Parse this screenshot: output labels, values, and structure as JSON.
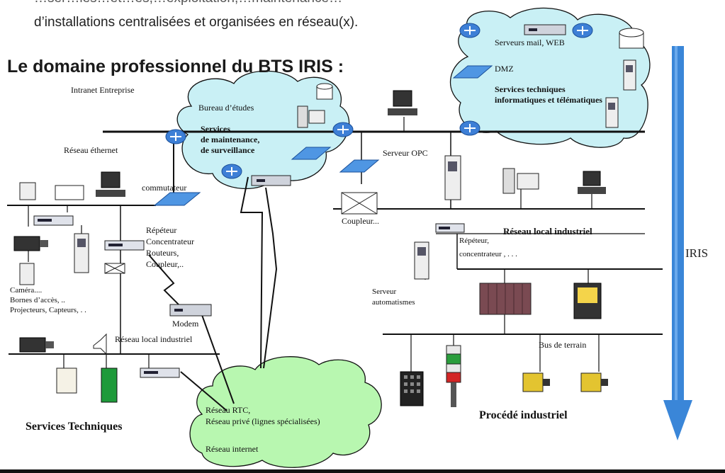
{
  "top_text": {
    "line1": "…ser…les…ét…es,…exploitation,…maintenance…",
    "line2": "d’installations centralisées et organisées en réseau(x)."
  },
  "heading": "Le domaine professionnel du BTS IRIS :",
  "labels": {
    "intranet": "Intranet Entreprise",
    "bureau": "Bureau d’études",
    "services_maint_1": "Services",
    "services_maint_2": "de maintenance,",
    "services_maint_3": "de surveillance",
    "reseau_ethernet": "Réseau éthernet",
    "commutateur": "commutateur",
    "repeteur_1": "Répéteur",
    "repeteur_2": "Concentrateur",
    "repeteur_3": "Routeurs,",
    "repeteur_4": "Coupleur,..",
    "camera_1": "Caméra....",
    "camera_2": "Bornes d’accès, ..",
    "camera_3": "Projecteurs, Capteurs, . .",
    "modem": "Modem",
    "reseau_local_ind_left": "Réseau local industriel",
    "services_techniques": "Services Techniques",
    "rtc_1": "Réseau  RTC,",
    "rtc_2": "Réseau privé (lignes spécialisées)",
    "rtc_3": "Réseau internet",
    "serveurs_mail": "Serveurs mail, WEB",
    "dmz": "DMZ",
    "services_tech_info_1": "Services techniques",
    "services_tech_info_2": "informatiques et télématiques",
    "serveur_opc": "Serveur OPC",
    "coupleur": "Coupleur...",
    "reseau_local_ind_right": "Réseau local industriel",
    "repeteur_r_1": "Répéteur,",
    "repeteur_r_2": "concentrateur , . . .",
    "serveur_auto_1": "Serveur",
    "serveur_auto_2": "automatismes",
    "bus_terrain": "Bus de terrain",
    "procede": "Procédé industriel",
    "iris": "IRIS"
  },
  "colors": {
    "cloud_fill": "#c9f0f5",
    "cloud_green": "#b8f7b0",
    "router": "#3d7fd6",
    "switch": "#4f96e3",
    "arrow": "#3a86d8"
  }
}
